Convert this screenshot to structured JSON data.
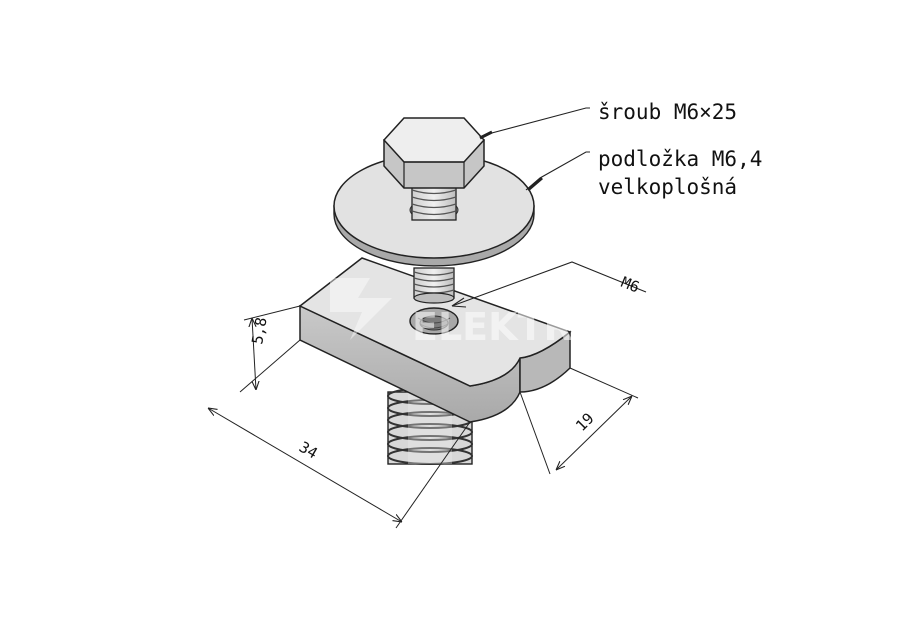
{
  "callouts": {
    "bolt": "šroub M6×25",
    "washer_line1": "podložka M6,4",
    "washer_line2": "velkoplošná",
    "thread": "M6"
  },
  "dimensions": {
    "thickness": "5,8",
    "length": "34",
    "width": "19"
  },
  "watermark": {
    "line1": "EL",
    "line2": "ELEKTRO"
  },
  "colors": {
    "metal_light": "#e6e6e6",
    "metal_mid": "#c8c8c8",
    "metal_dark": "#9a9a9a",
    "outline": "#222222",
    "text": "#111111"
  }
}
